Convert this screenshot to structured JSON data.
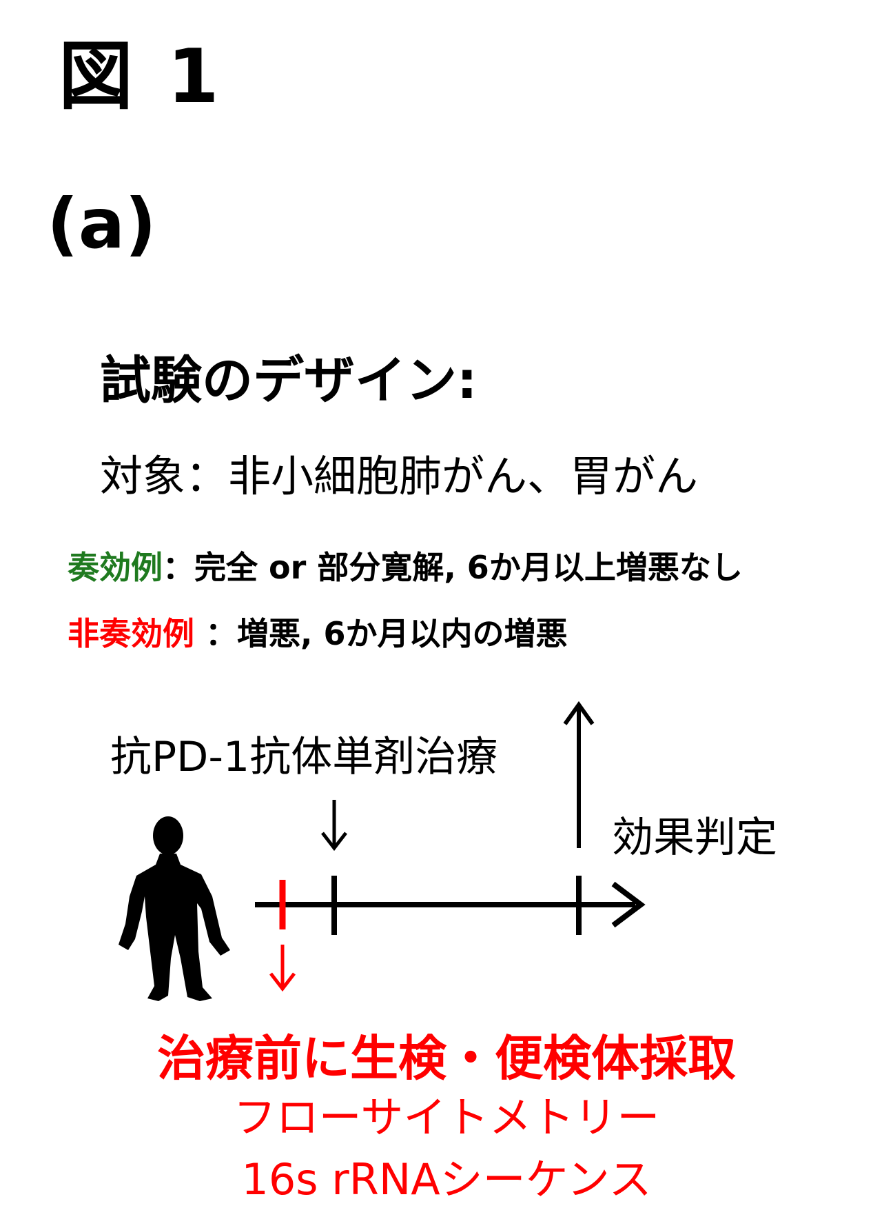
{
  "figure": {
    "title": "図 1",
    "panel_label": "(a)"
  },
  "design": {
    "heading": "試験のデザイン:",
    "subjects": "対象：非小細胞肺がん、胃がん",
    "responder": {
      "label": "奏効例",
      "separator": "：",
      "definition": "完全 or 部分寛解, 6か月以上増悪なし"
    },
    "non_responder": {
      "label": "非奏効例",
      "separator": " ：",
      "definition": "増悪, 6か月以内の増悪"
    }
  },
  "timeline": {
    "treatment_label": "抗PD-1抗体単剤治療",
    "evaluation_label": "効果判定",
    "person_icon": "person-silhouette-icon"
  },
  "sampling": {
    "title": "治療前に生検・便検体採取",
    "methods": [
      "フローサイトメトリー",
      "16s rRNAシーケンス"
    ]
  },
  "colors": {
    "responder": "#1f7a1f",
    "highlight": "#ff0000",
    "text": "#000000"
  }
}
